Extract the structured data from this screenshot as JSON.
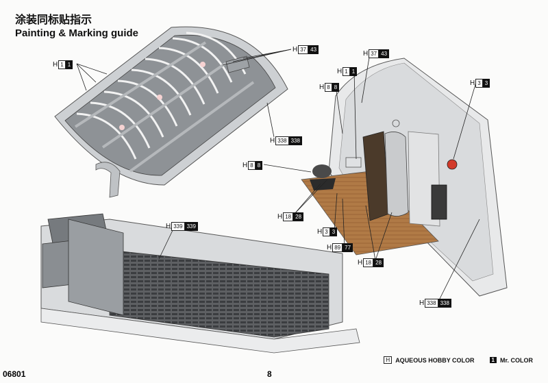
{
  "header": {
    "title_cn": "涂装同标贴指示",
    "title_en": "Painting & Marking guide"
  },
  "callouts": [
    {
      "id": "c1",
      "h": "H",
      "w": "1",
      "b": "1"
    },
    {
      "id": "c2",
      "h": "H",
      "w": "37",
      "b": "43"
    },
    {
      "id": "c3",
      "h": "H",
      "w": "338",
      "b": "338"
    },
    {
      "id": "c4",
      "h": "H",
      "w": "37",
      "b": "43"
    },
    {
      "id": "c5",
      "h": "H",
      "w": "1",
      "b": "1"
    },
    {
      "id": "c6",
      "h": "H",
      "w": "8",
      "b": "8"
    },
    {
      "id": "c7",
      "h": "H",
      "w": "3",
      "b": "3"
    },
    {
      "id": "c8",
      "h": "H",
      "w": "8",
      "b": "8"
    },
    {
      "id": "c9",
      "h": "H",
      "w": "18",
      "b": "28"
    },
    {
      "id": "c10",
      "h": "H",
      "w": "3",
      "b": "3"
    },
    {
      "id": "c11",
      "h": "H",
      "w": "89",
      "b": "77"
    },
    {
      "id": "c12",
      "h": "H",
      "w": "18",
      "b": "28"
    },
    {
      "id": "c13",
      "h": "H",
      "w": "338",
      "b": "338"
    },
    {
      "id": "c14",
      "h": "H",
      "w": "339",
      "b": "339"
    }
  ],
  "legend": {
    "h_key": "H",
    "h_label": "AQUEOUS HOBBY COLOR",
    "m_key": "1",
    "m_label": "Mr. COLOR"
  },
  "footer": {
    "code": "06801",
    "page": "8"
  }
}
